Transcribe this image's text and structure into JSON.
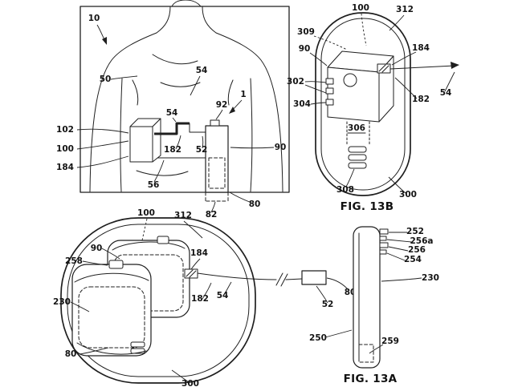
{
  "colors": {
    "ink": "#1f1f1f",
    "background": "#ffffff"
  },
  "captions": {
    "fig13b": "FIG. 13B",
    "fig13a": "FIG. 13A"
  },
  "body_view": {
    "ref_10": "10",
    "ref_50": "50",
    "ref_54_back": "54",
    "ref_102": "102",
    "ref_100": "100",
    "ref_184": "184",
    "ref_56": "56",
    "ref_182": "182",
    "ref_54_lead": "54",
    "ref_52": "52",
    "ref_92": "92",
    "ref_1": "1",
    "ref_90": "90",
    "ref_80": "80",
    "ref_82": "82"
  },
  "fig13b_view": {
    "ref_100": "100",
    "ref_312": "312",
    "ref_309": "309",
    "ref_90": "90",
    "ref_184": "184",
    "ref_302": "302",
    "ref_304": "304",
    "ref_306": "306",
    "ref_308": "308",
    "ref_300": "300",
    "ref_182": "182",
    "ref_54": "54"
  },
  "assembly_view": {
    "ref_100": "100",
    "ref_312": "312",
    "ref_90": "90",
    "ref_258": "258",
    "ref_184": "184",
    "ref_230": "230",
    "ref_182": "182",
    "ref_54": "54",
    "ref_80_pouch": "80",
    "ref_300": "300",
    "ref_52": "52",
    "ref_80_unit": "80"
  },
  "fig13a_view": {
    "ref_252": "252",
    "ref_256a": "256a",
    "ref_256": "256",
    "ref_254": "254",
    "ref_230": "230",
    "ref_250": "250",
    "ref_259": "259"
  }
}
